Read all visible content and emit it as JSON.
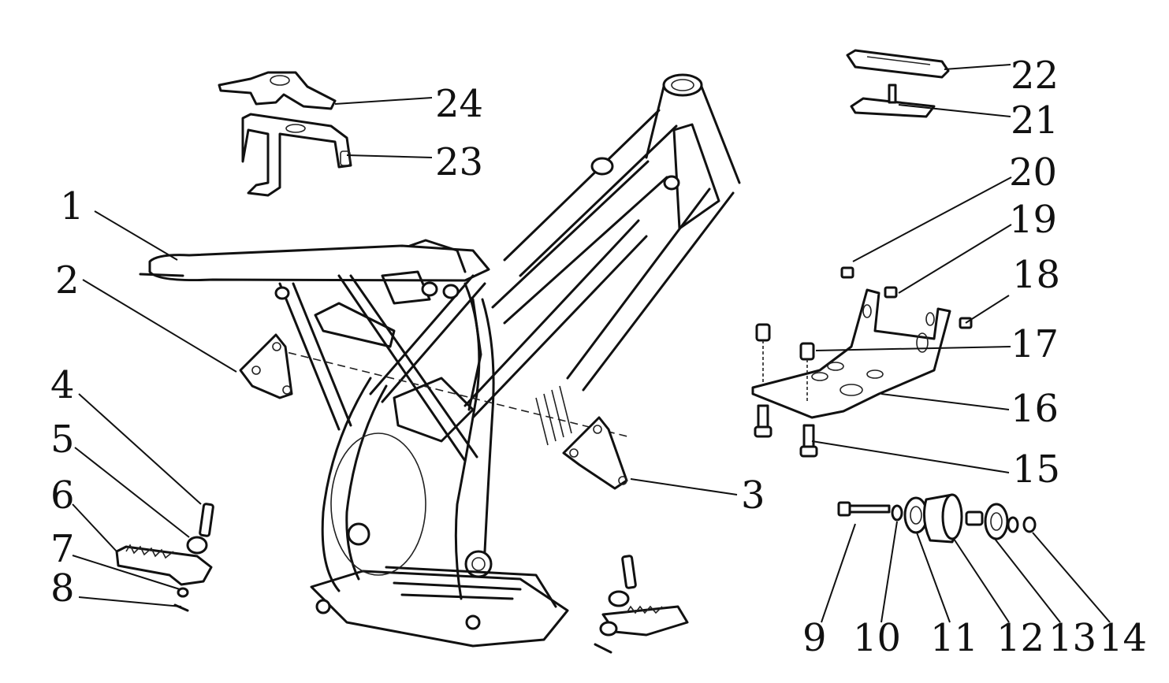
{
  "callouts": [
    {
      "id": 1,
      "label": "1"
    },
    {
      "id": 2,
      "label": "2"
    },
    {
      "id": 3,
      "label": "3"
    },
    {
      "id": 4,
      "label": "4"
    },
    {
      "id": 5,
      "label": "5"
    },
    {
      "id": 6,
      "label": "6"
    },
    {
      "id": 7,
      "label": "7"
    },
    {
      "id": 8,
      "label": "8"
    },
    {
      "id": 9,
      "label": "9"
    },
    {
      "id": 10,
      "label": "10"
    },
    {
      "id": 11,
      "label": "11"
    },
    {
      "id": 12,
      "label": "12"
    },
    {
      "id": 13,
      "label": "13"
    },
    {
      "id": 14,
      "label": "14"
    },
    {
      "id": 15,
      "label": "15"
    },
    {
      "id": 16,
      "label": "16"
    },
    {
      "id": 17,
      "label": "17"
    },
    {
      "id": 18,
      "label": "18"
    },
    {
      "id": 19,
      "label": "19"
    },
    {
      "id": 20,
      "label": "20"
    },
    {
      "id": 21,
      "label": "21"
    },
    {
      "id": 22,
      "label": "22"
    },
    {
      "id": 23,
      "label": "23"
    },
    {
      "id": 24,
      "label": "24"
    }
  ]
}
